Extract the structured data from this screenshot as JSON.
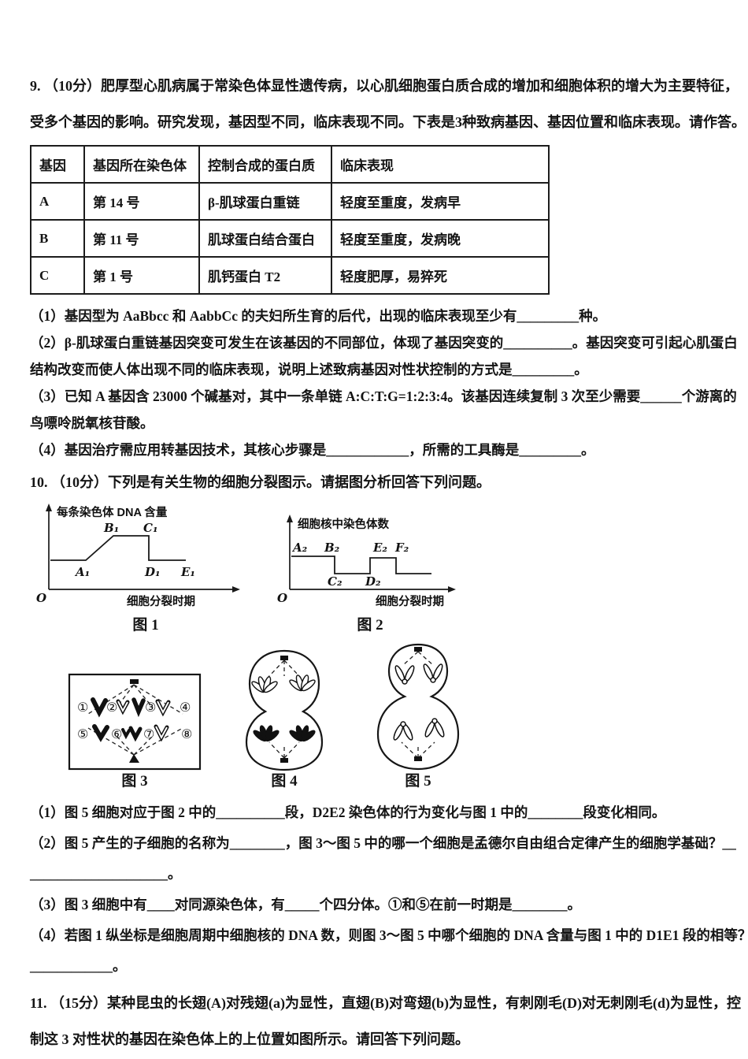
{
  "q9": {
    "stem_lines": [
      "9. （10分）肥厚型心肌病属于常染色体显性遗传病，以心肌细胞蛋白质合成的增加和细胞体积的增大为主要特征，",
      "受多个基因的影响。研究发现，基因型不同，临床表现不同。下表是3种致病基因、基因位置和临床表现。请作答。"
    ],
    "table": {
      "headers": [
        "基因",
        "基因所在染色体",
        "控制合成的蛋白质",
        "临床表现"
      ],
      "rows": [
        [
          "A",
          "第 14 号",
          "β-肌球蛋白重链",
          "轻度至重度，发病早"
        ],
        [
          "B",
          "第 11 号",
          "肌球蛋白结合蛋白",
          "轻度至重度，发病晚"
        ],
        [
          "C",
          "第 1 号",
          "肌钙蛋白 T2",
          "轻度肥厚，易猝死"
        ]
      ]
    },
    "part_lines": [
      "（1）基因型为 AaBbcc 和 AabbCc 的夫妇所生育的后代，出现的临床表现至少有_________种。",
      "（2）β-肌球蛋白重链基因突变可发生在该基因的不同部位，体现了基因突变的__________。基因突变可引起心肌蛋白",
      "结构改变而使人体出现不同的临床表现，说明上述致病基因对性状控制的方式是_________。",
      "（3）已知 A 基因含 23000 个碱基对，其中一条单链 A:C:T:G=1:2:3:4。该基因连续复制 3 次至少需要______个游离的",
      "鸟嘌呤脱氧核苷酸。",
      "（4）基因治疗需应用转基因技术，其核心步骤是____________，所需的工具酶是_________。"
    ]
  },
  "q10": {
    "stem": "10. （10分）下列是有关生物的细胞分裂图示。请据图分析回答下列问题。",
    "fig1": {
      "ylabel": "每条染色体 DNA 含量",
      "xlabel": "细胞分裂时期",
      "origin": "O",
      "points": [
        "A₁",
        "B₁",
        "C₁",
        "D₁",
        "E₁"
      ],
      "caption": "图 1"
    },
    "fig2": {
      "ylabel": "细胞核中染色体数",
      "xlabel": "细胞分裂时期",
      "origin": "O",
      "points": [
        "A₂",
        "B₂",
        "C₂",
        "D₂",
        "E₂",
        "F₂"
      ],
      "caption": "图 2"
    },
    "fig3": {
      "caption": "图 3",
      "labels": [
        "①",
        "②",
        "③",
        "④",
        "⑤",
        "⑥",
        "⑦",
        "⑧"
      ]
    },
    "fig4": {
      "caption": "图 4"
    },
    "fig5": {
      "caption": "图 5"
    },
    "part_lines": [
      "（1）图 5 细胞对应于图 2 中的__________段，D2E2 染色体的行为变化与图 1 中的________段变化相同。",
      "（2）图 5 产生的子细胞的名称为________，图 3～图 5 中的哪一个细胞是孟德尔自由组合定律产生的细胞学基础？__",
      "____________________。",
      "（3）图 3 细胞中有____对同源染色体，有_____个四分体。①和⑤在前一时期是________。",
      "（4）若图 1 纵坐标是细胞周期中细胞核的 DNA 数，则图 3～图 5 中哪个细胞的 DNA 含量与图 1 中的 D1E1 段的相等？",
      "____________。"
    ]
  },
  "q11": {
    "stem_lines": [
      "11. （15分）某种昆虫的长翅(A)对残翅(a)为显性，直翅(B)对弯翅(b)为显性，有刺刚毛(D)对无刺刚毛(d)为显性，控",
      "制这 3 对性状的基因在染色体上的上位置如图所示。请回答下列问题。"
    ]
  },
  "chart_data": [
    {
      "type": "line",
      "title": "图 1",
      "ylabel": "每条染色体 DNA 含量",
      "xlabel": "细胞分裂时期",
      "points": [
        [
          "start",
          1
        ],
        [
          "A₁",
          1
        ],
        [
          "B₁",
          2
        ],
        [
          "C₁",
          2
        ],
        [
          "D₁",
          1
        ],
        [
          "E₁",
          1
        ]
      ],
      "note": "A₁→B₁由1升至2，B₁→C₁保持2，C₁→D₁骤降回1，D₁→E₁保持1"
    },
    {
      "type": "line",
      "title": "图 2",
      "ylabel": "细胞核中染色体数",
      "xlabel": "细胞分裂时期",
      "points": [
        [
          "A₂",
          2
        ],
        [
          "B₂",
          2
        ],
        [
          "C₂",
          1
        ],
        [
          "D₂",
          1
        ],
        [
          "E₂",
          2
        ],
        [
          "F₂",
          2
        ],
        [
          "end",
          1
        ]
      ],
      "note": "B₂→C₂减半，D₂→E₂加倍，F₂之后再减半（阶梯折线）"
    }
  ]
}
